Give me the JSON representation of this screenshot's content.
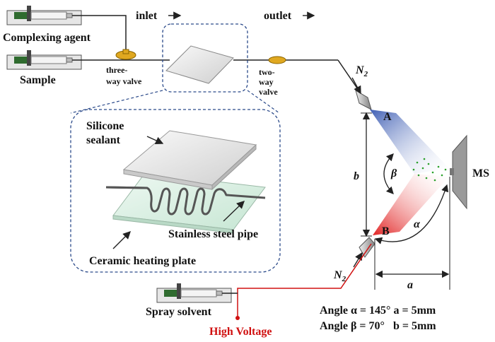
{
  "labels": {
    "complexing_agent": "Complexing agent",
    "sample": "Sample",
    "inlet": "inlet",
    "outlet": "outlet",
    "three_way_valve_line1": "three-",
    "three_way_valve_line2": "way valve",
    "two_way_valve_line1": "two-",
    "two_way_valve_line2": "way",
    "two_way_valve_line3": "valve",
    "silicone_line1": "Silicone",
    "silicone_line2": "sealant",
    "stainless_steel_pipe": "Stainless steel pipe",
    "ceramic_heating_plate": "Ceramic heating plate",
    "spray_solvent": "Spray solvent",
    "high_voltage": "High Voltage",
    "ms": "MS",
    "n2": "N",
    "n2_sub": "2",
    "point_a": "A",
    "point_b": "B",
    "beta": "β",
    "alpha": "α",
    "b_dim": "b",
    "a_dim": "a",
    "angle_alpha_line": "Angle α = 145° a = 5mm",
    "angle_beta_line": "Angle β = 70°   b = 5mm"
  },
  "colors": {
    "line": "#222222",
    "dashed_box": "#2b4a8a",
    "high_voltage": "#d01010",
    "spray_blue": "#3a5fb0",
    "spray_red": "#e02020",
    "spray_green": "#2aa02a",
    "plate_fill": "#e8e8e8",
    "heating_plate_fill": "#d8efe2"
  }
}
